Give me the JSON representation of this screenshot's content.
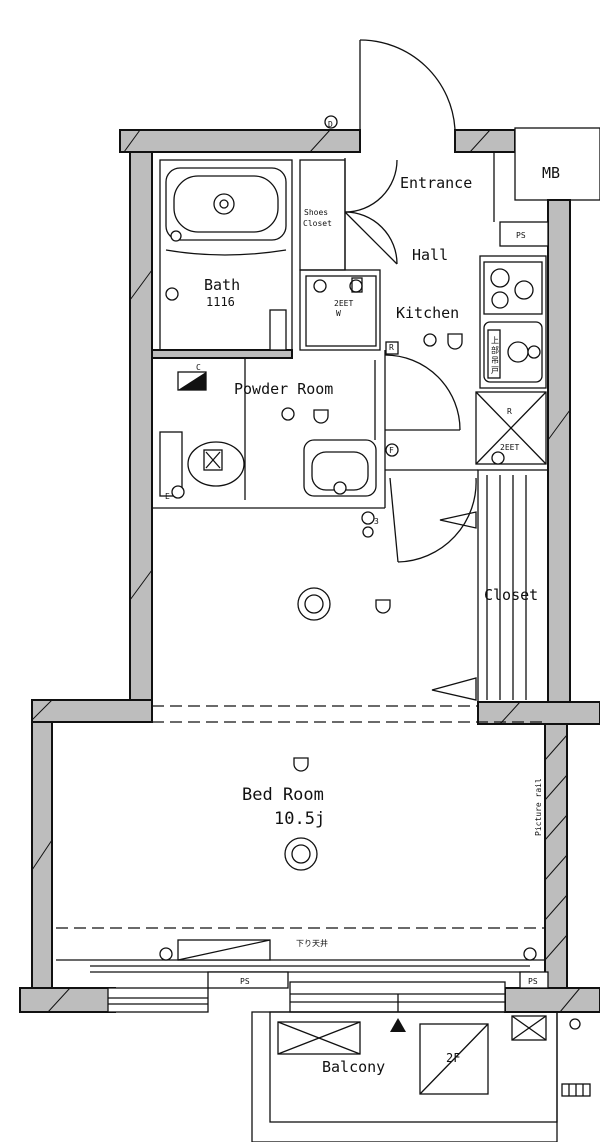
{
  "rooms": {
    "entrance": "Entrance",
    "hall": "Hall",
    "kitchen": "Kitchen",
    "bath": "Bath",
    "bath_size": "1116",
    "powder_room": "Powder Room",
    "closet": "Closet",
    "bed_room": "Bed Room",
    "bed_room_size": "10.5j",
    "balcony": "Balcony"
  },
  "tags": {
    "mb": "MB",
    "ps_hall": "PS",
    "ps_left": "PS",
    "ps_right": "PS",
    "shoes_closet_line1": "Shoes",
    "shoes_closet_line2": "Closet",
    "picture_rail": "Picture rail",
    "lowered_ceiling": "下り天井",
    "floor_2f": "2F",
    "fridge_r": "R",
    "fridge_size": "2EET",
    "washer_w": "W",
    "washer_size": "2EET",
    "tag_r": "R",
    "tag_c": "C",
    "tag_f": "F",
    "tag_e": "E",
    "tag_d": "D",
    "tag_3": "3",
    "stack_lines": [
      "上",
      "部",
      "吊",
      "戸"
    ]
  }
}
